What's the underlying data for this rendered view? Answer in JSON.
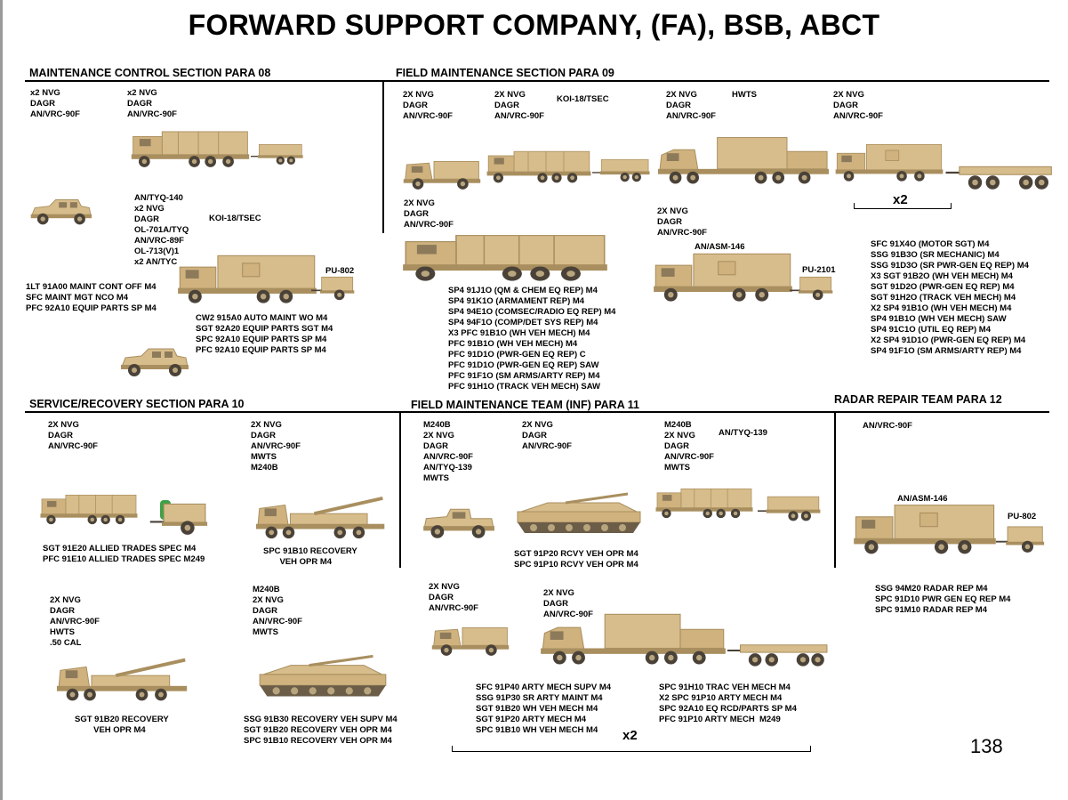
{
  "title": "FORWARD SUPPORT COMPANY,  (FA), BSB, ABCT",
  "page_number": "138",
  "colors": {
    "vehicle_tan": "#d8bd8c",
    "vehicle_shadow": "#a98f5f",
    "wheel": "#4a4238",
    "hwts_green": "#3fa048"
  },
  "sections": {
    "mcs": "MAINTENANCE CONTROL SECTION   PARA 08",
    "fms": "FIELD MAINTENANCE SECTION   PARA 09",
    "srs": "SERVICE/RECOVERY SECTION   PARA 10",
    "fmt": "FIELD MAINTENANCE TEAM (INF)  PARA 11",
    "rrt": "RADAR REPAIR TEAM  PARA 12"
  },
  "t": {
    "a1": "x2 NVG\nDAGR\nAN/VRC-90F",
    "a2": "x2 NVG\nDAGR\nAN/VRC-90F",
    "a3": "AN/TYQ-140\nx2 NVG\nDAGR\nOL-701A/TYQ\nAN/VRC-89F\nOL-713(V)1\nx2 AN/TYC",
    "a4": "KOI-18/TSEC",
    "a5": "PU-802",
    "a6": "1LT 91A00 MAINT CONT OFF M4\nSFC MAINT MGT NCO M4\nPFC 92A10 EQUIP PARTS SP M4",
    "a7": "CW2 915A0 AUTO MAINT WO M4\nSGT 92A20 EQUIP PARTS SGT M4\nSPC 92A10 EQUIP PARTS SP M4\nPFC 92A10 EQUIP PARTS SP M4",
    "b1": "2X NVG\nDAGR\nAN/VRC-90F",
    "b2": "2X NVG\nDAGR\nAN/VRC-90F",
    "b3": "KOI-18/TSEC",
    "b4": "2X NVG\nDAGR\nAN/VRC-90F",
    "b5": "HWTS",
    "b6": "2X NVG\nDAGR\nAN/VRC-90F",
    "b7": "2X NVG\nDAGR\nAN/VRC-90F",
    "b8": "2X NVG\nDAGR\nAN/VRC-90F",
    "b9": "AN/ASM-146",
    "b10": "PU-2101",
    "b11": "x2",
    "b12": "SP4 91J1O (QM & CHEM EQ REP) M4\nSP4 91K1O (ARMAMENT REP) M4\nSP4 94E1O (COMSEC/RADIO EQ REP) M4\nSP4 94F1O (COMP/DET SYS REP) M4\nX3 PFC 91B1O (WH VEH MECH) M4\nPFC 91B1O (WH VEH MECH) M4\nPFC 91D1O (PWR-GEN EQ REP) C\nPFC 91D1O (PWR-GEN EQ REP) SAW\nPFC 91F1O (SM ARMS/ARTY REP) M4\nPFC 91H1O (TRACK VEH MECH) SAW",
    "b13": "SFC 91X4O (MOTOR SGT) M4\nSSG 91B3O (SR MECHANIC) M4\nSSG 91D3O (SR PWR-GEN EQ REP) M4\nX3 SGT 91B2O (WH VEH MECH) M4\nSGT 91D2O (PWR-GEN EQ REP) M4\nSGT 91H2O (TRACK VEH MECH) M4\nX2 SP4 91B1O (WH VEH MECH) M4\nSP4 91B1O (WH VEH MECH) SAW\nSP4 91C1O (UTIL EQ REP) M4\nX2 SP4 91D1O (PWR-GEN EQ REP) M4\nSP4 91F1O (SM ARMS/ARTY REP) M4",
    "c1": "2X NVG\nDAGR\nAN/VRC-90F",
    "c2": "2X NVG\nDAGR\nAN/VRC-90F\nMWTS\nM240B",
    "c3": "SGT 91E20 ALLIED TRADES SPEC M4\nPFC 91E10 ALLIED TRADES SPEC M249",
    "c4": "SPC 91B10 RECOVERY\n       VEH OPR M4",
    "c5": "2X NVG\nDAGR\nAN/VRC-90F\nHWTS\n.50 CAL",
    "c6": "M240B\n2X NVG\nDAGR\nAN/VRC-90F\nMWTS",
    "c7": "SGT 91B20 RECOVERY\n        VEH OPR M4",
    "c8": "SSG 91B30 RECOVERY VEH SUPV M4\nSGT 91B20 RECOVERY VEH OPR M4\nSPC 91B10 RECOVERY VEH OPR M4",
    "d1": "M240B\n2X NVG\nDAGR\nAN/VRC-90F\nAN/TYQ-139\nMWTS",
    "d2": "2X NVG\nDAGR\nAN/VRC-90F",
    "d3": "M240B\n2X NVG\nDAGR\nAN/VRC-90F\nMWTS",
    "d4": "AN/TYQ-139",
    "d5": "SGT 91P20 RCVY VEH OPR M4\nSPC 91P10 RCVY VEH OPR M4",
    "d6": "2X NVG\nDAGR\nAN/VRC-90F",
    "d7": "2X NVG\nDAGR\nAN/VRC-90F",
    "d8": "SFC 91P40 ARTY MECH SUPV M4\nSSG 91P30 SR ARTY MAINT M4\nSGT 91B20 WH VEH MECH M4\nSGT 91P20 ARTY MECH M4\nSPC 91B10 WH VEH MECH M4",
    "d9": "SPC 91H10 TRAC VEH MECH M4\nX2 SPC 91P10 ARTY MECH M4\nSPC 92A10 EQ RCD/PARTS SP M4\nPFC 91P10 ARTY MECH  M249",
    "d10": "x2",
    "e1": "AN/VRC-90F",
    "e2": "AN/ASM-146",
    "e3": "PU-802",
    "e4": "SSG 94M20 RADAR REP M4\nSPC 91D10 PWR GEN EQ REP M4\nSPC 91M10 RADAR REP M4"
  }
}
